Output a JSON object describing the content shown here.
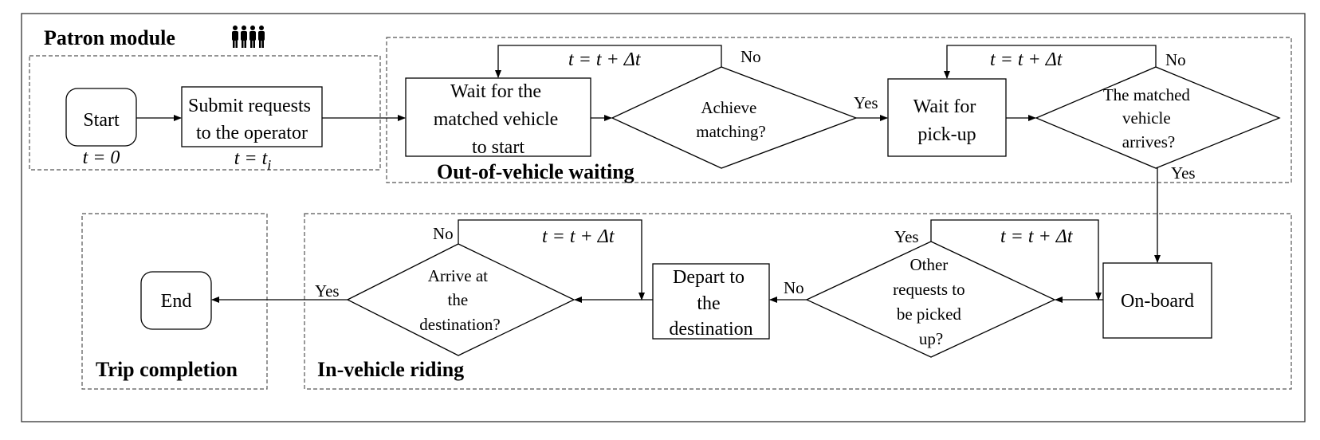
{
  "title": "Patron module",
  "sections": {
    "out_of_vehicle": "Out-of-vehicle waiting",
    "in_vehicle": "In-vehicle riding",
    "trip_completion": "Trip completion"
  },
  "nodes": {
    "start": "Start",
    "submit": [
      "Submit requests",
      "to the operator"
    ],
    "wait_match": [
      "Wait for the",
      "matched vehicle",
      "to start"
    ],
    "achieve": [
      "Achieve",
      "matching?"
    ],
    "wait_pickup": [
      "Wait for",
      "pick-up"
    ],
    "arrives": [
      "The matched",
      "vehicle",
      "arrives?"
    ],
    "onboard": "On-board",
    "other_requests": [
      "Other",
      "requests to",
      "be picked",
      "up?"
    ],
    "depart": [
      "Depart to",
      "the",
      "destination"
    ],
    "arrive_dest": [
      "Arrive at",
      "the",
      "destination?"
    ],
    "end": "End"
  },
  "labels": {
    "t0": "t = 0",
    "ti": "t = t",
    "ti_sub": "i",
    "dt": "t = t + Δt",
    "yes": "Yes",
    "no": "No"
  }
}
